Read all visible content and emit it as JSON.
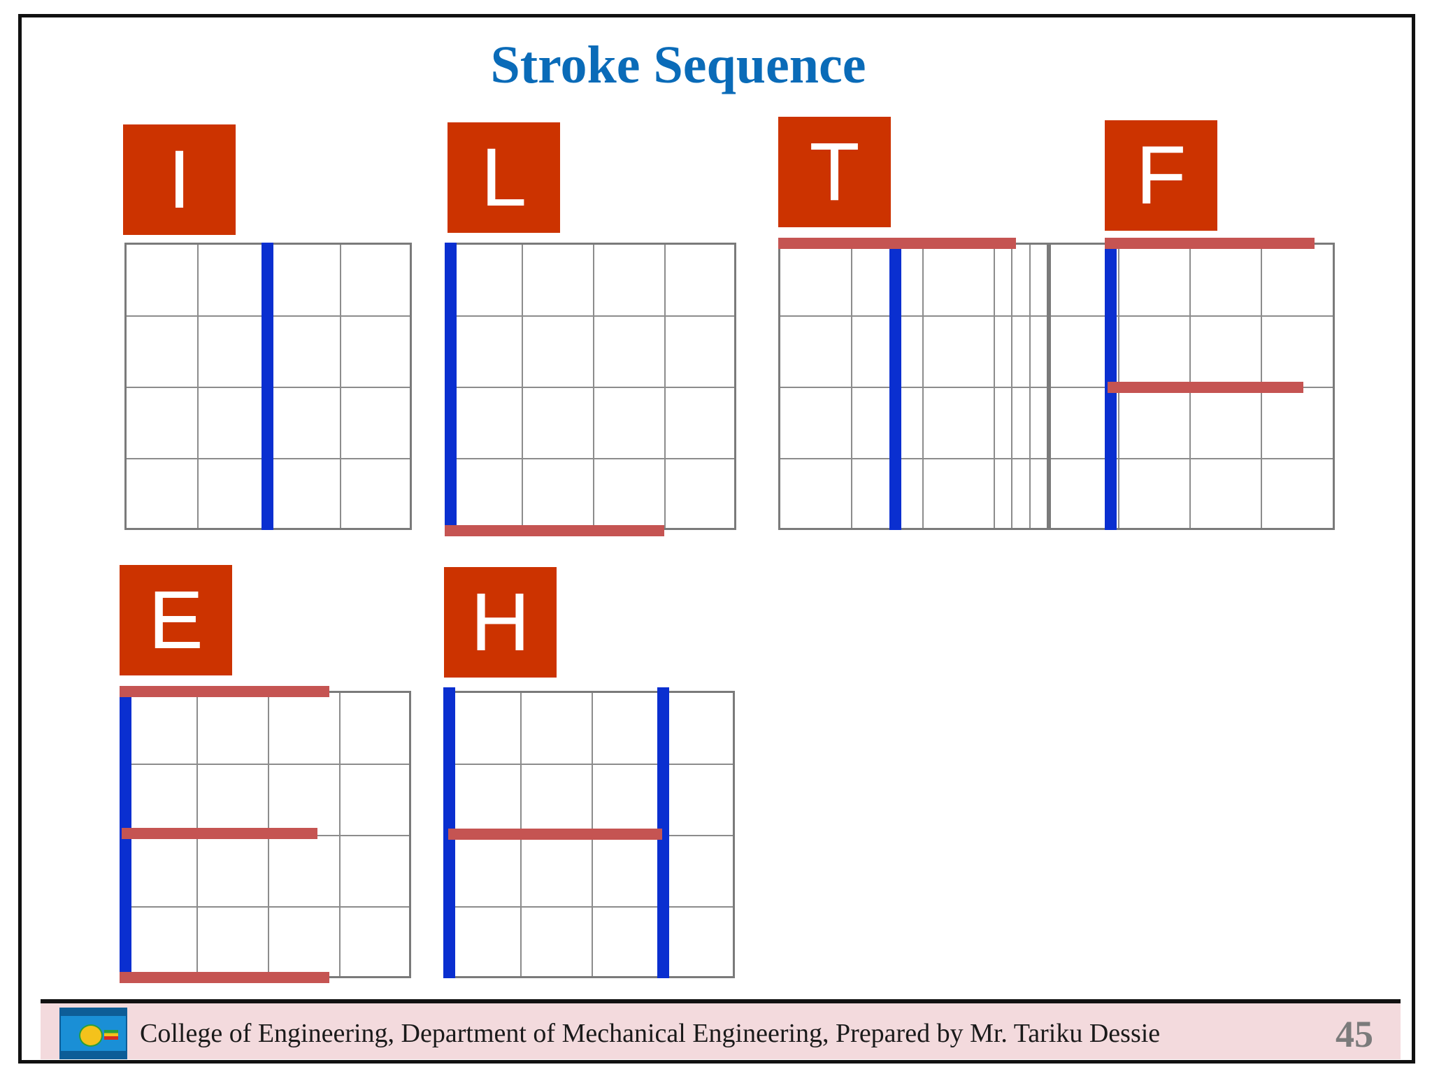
{
  "slide": {
    "title": "Stroke Sequence",
    "letters": [
      "I",
      "L",
      "T",
      "F",
      "E",
      "H"
    ],
    "footer_text": "College of Engineering, Department of Mechanical Engineering, Prepared by Mr. Tariku Dessie",
    "page_number": "45"
  },
  "colors": {
    "title": "#0a6bb8",
    "letter_box": "#cc3300",
    "vertical_stroke": "#0a2fd0",
    "horizontal_stroke": "#c55452",
    "footer_bg": "#f3dadd"
  },
  "icons": {
    "logo": "university-logo-icon"
  }
}
